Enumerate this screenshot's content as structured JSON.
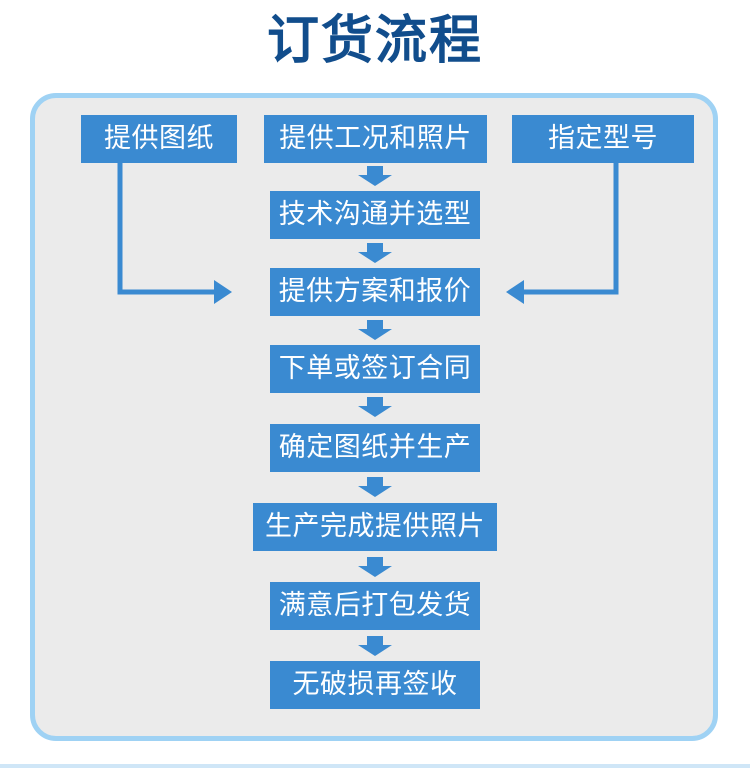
{
  "title": "订货流程",
  "top_inputs": [
    "提供图纸",
    "提供工况和照片",
    "指定型号"
  ],
  "steps": [
    "技术沟通并选型",
    "提供方案和报价",
    "下单或签订合同",
    "确定图纸并生产",
    "生产完成提供照片",
    "满意后打包发货",
    "无破损再签收"
  ],
  "colors": {
    "title": "#114d8c",
    "box": "#3a8ad1",
    "panel_bg": "#ebebeb",
    "panel_border": "#9fd2f4"
  }
}
